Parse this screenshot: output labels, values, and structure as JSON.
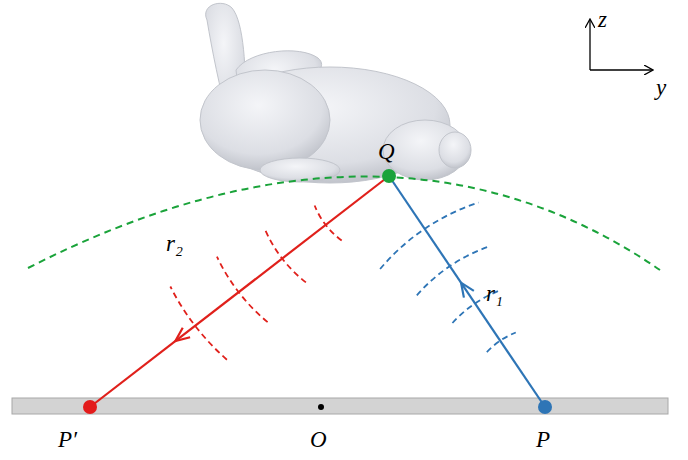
{
  "diagram": {
    "labels": [
      "z",
      "y",
      "Q",
      "r₂",
      "r₁",
      "P′",
      "O",
      "P"
    ]
  }
}
